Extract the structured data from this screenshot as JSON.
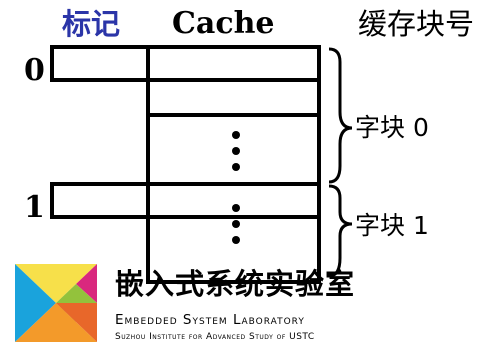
{
  "colors": {
    "header_tag": "#2b35a8",
    "ink": "#000000",
    "background": "#ffffff",
    "logo_orange": "#f39a2a",
    "logo_green": "#93c23c",
    "logo_blue": "#1aa3dc",
    "logo_magenta": "#d9287e"
  },
  "diagram": {
    "headers": {
      "tag": "标记",
      "cache": "Cache",
      "block_number": "缓存块号"
    },
    "row_labels": [
      "0",
      "1"
    ],
    "braces": [
      {
        "label": "字块 0"
      },
      {
        "label": "字块 1"
      }
    ]
  },
  "footer": {
    "logo_icon": "tangram-logo",
    "title": "嵌入式系统实验室",
    "subtitle": "Embedded System Laboratory",
    "institute": "Suzhou Institute for Advanced Study of USTC"
  }
}
